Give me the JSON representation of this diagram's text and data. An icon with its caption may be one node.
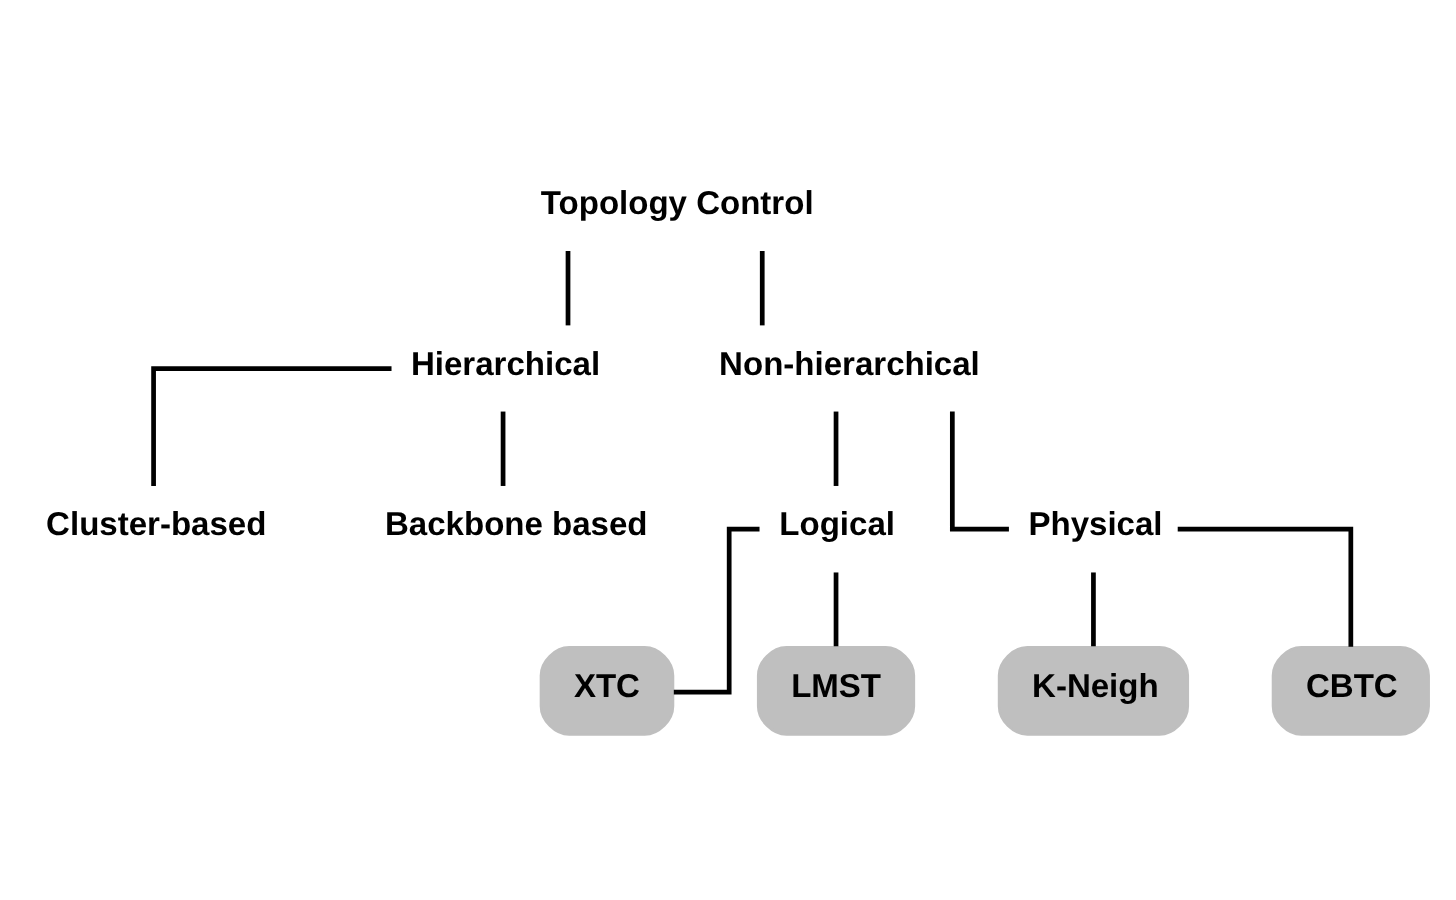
{
  "diagram": {
    "nodes": [
      {
        "text": [
          "Topology Control"
        ]
      },
      {
        "text": [
          "Hierarchical"
        ]
      },
      {
        "text": [
          "Non-hierarchical"
        ]
      },
      {
        "text": [
          "Cluster-based"
        ]
      },
      {
        "text": [
          "Backbone based"
        ]
      },
      {
        "text": [
          "Logical"
        ]
      },
      {
        "text": [
          "Physical"
        ]
      },
      {
        "text": [
          "XTC"
        ]
      },
      {
        "text": [
          "LMST"
        ]
      },
      {
        "text": [
          "K-Neigh"
        ]
      },
      {
        "text": [
          "CBTC"
        ]
      }
    ],
    "edges": [
      {
        "from": 0,
        "to": 1,
        "arrow": "none"
      },
      {
        "from": 0,
        "to": 2,
        "arrow": "none"
      },
      {
        "from": 1,
        "to": 3,
        "arrow": "none"
      },
      {
        "from": 1,
        "to": 4,
        "arrow": "none"
      },
      {
        "from": 2,
        "to": 5,
        "arrow": "none"
      },
      {
        "from": 2,
        "to": 6,
        "arrow": "none"
      },
      {
        "from": 5,
        "to": 7,
        "arrow": "none"
      },
      {
        "from": 5,
        "to": 8,
        "arrow": "none"
      },
      {
        "from": 6,
        "to": 9,
        "arrow": "none"
      },
      {
        "from": 6,
        "to": 10,
        "arrow": "none"
      }
    ]
  }
}
